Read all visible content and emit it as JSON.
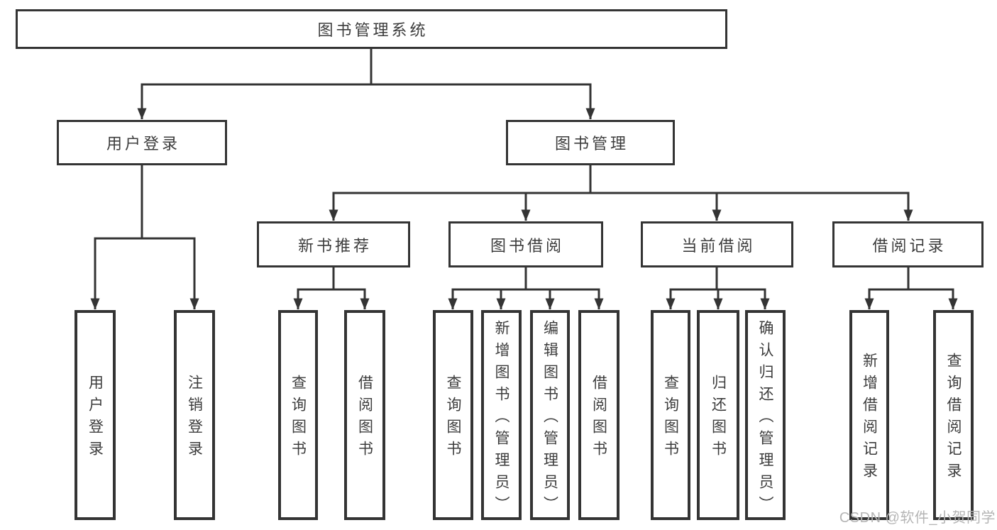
{
  "colors": {
    "line": "#343434",
    "text": "#3c3c3c",
    "watermark": "#b5b5b5",
    "background": "#ffffff"
  },
  "watermark": {
    "text": "CSDN @软件_小贺同学"
  },
  "tree": {
    "label": "图书管理系统",
    "children": [
      {
        "label": "用户登录",
        "children": [
          {
            "label": "用户登录"
          },
          {
            "label": "注销登录"
          }
        ]
      },
      {
        "label": "图书管理",
        "children": [
          {
            "label": "新书推荐",
            "children": [
              {
                "label": "查询图书"
              },
              {
                "label": "借阅图书"
              }
            ]
          },
          {
            "label": "图书借阅",
            "children": [
              {
                "label": "查询图书"
              },
              {
                "label": "新增图书（管理员）"
              },
              {
                "label": "编辑图书（管理员）"
              },
              {
                "label": "借阅图书"
              }
            ]
          },
          {
            "label": "当前借阅",
            "children": [
              {
                "label": "查询图书"
              },
              {
                "label": "归还图书"
              },
              {
                "label": "确认归还（管理员）"
              }
            ]
          },
          {
            "label": "借阅记录",
            "children": [
              {
                "label": "新增借阅记录"
              },
              {
                "label": "查询借阅记录"
              }
            ]
          }
        ]
      }
    ]
  }
}
